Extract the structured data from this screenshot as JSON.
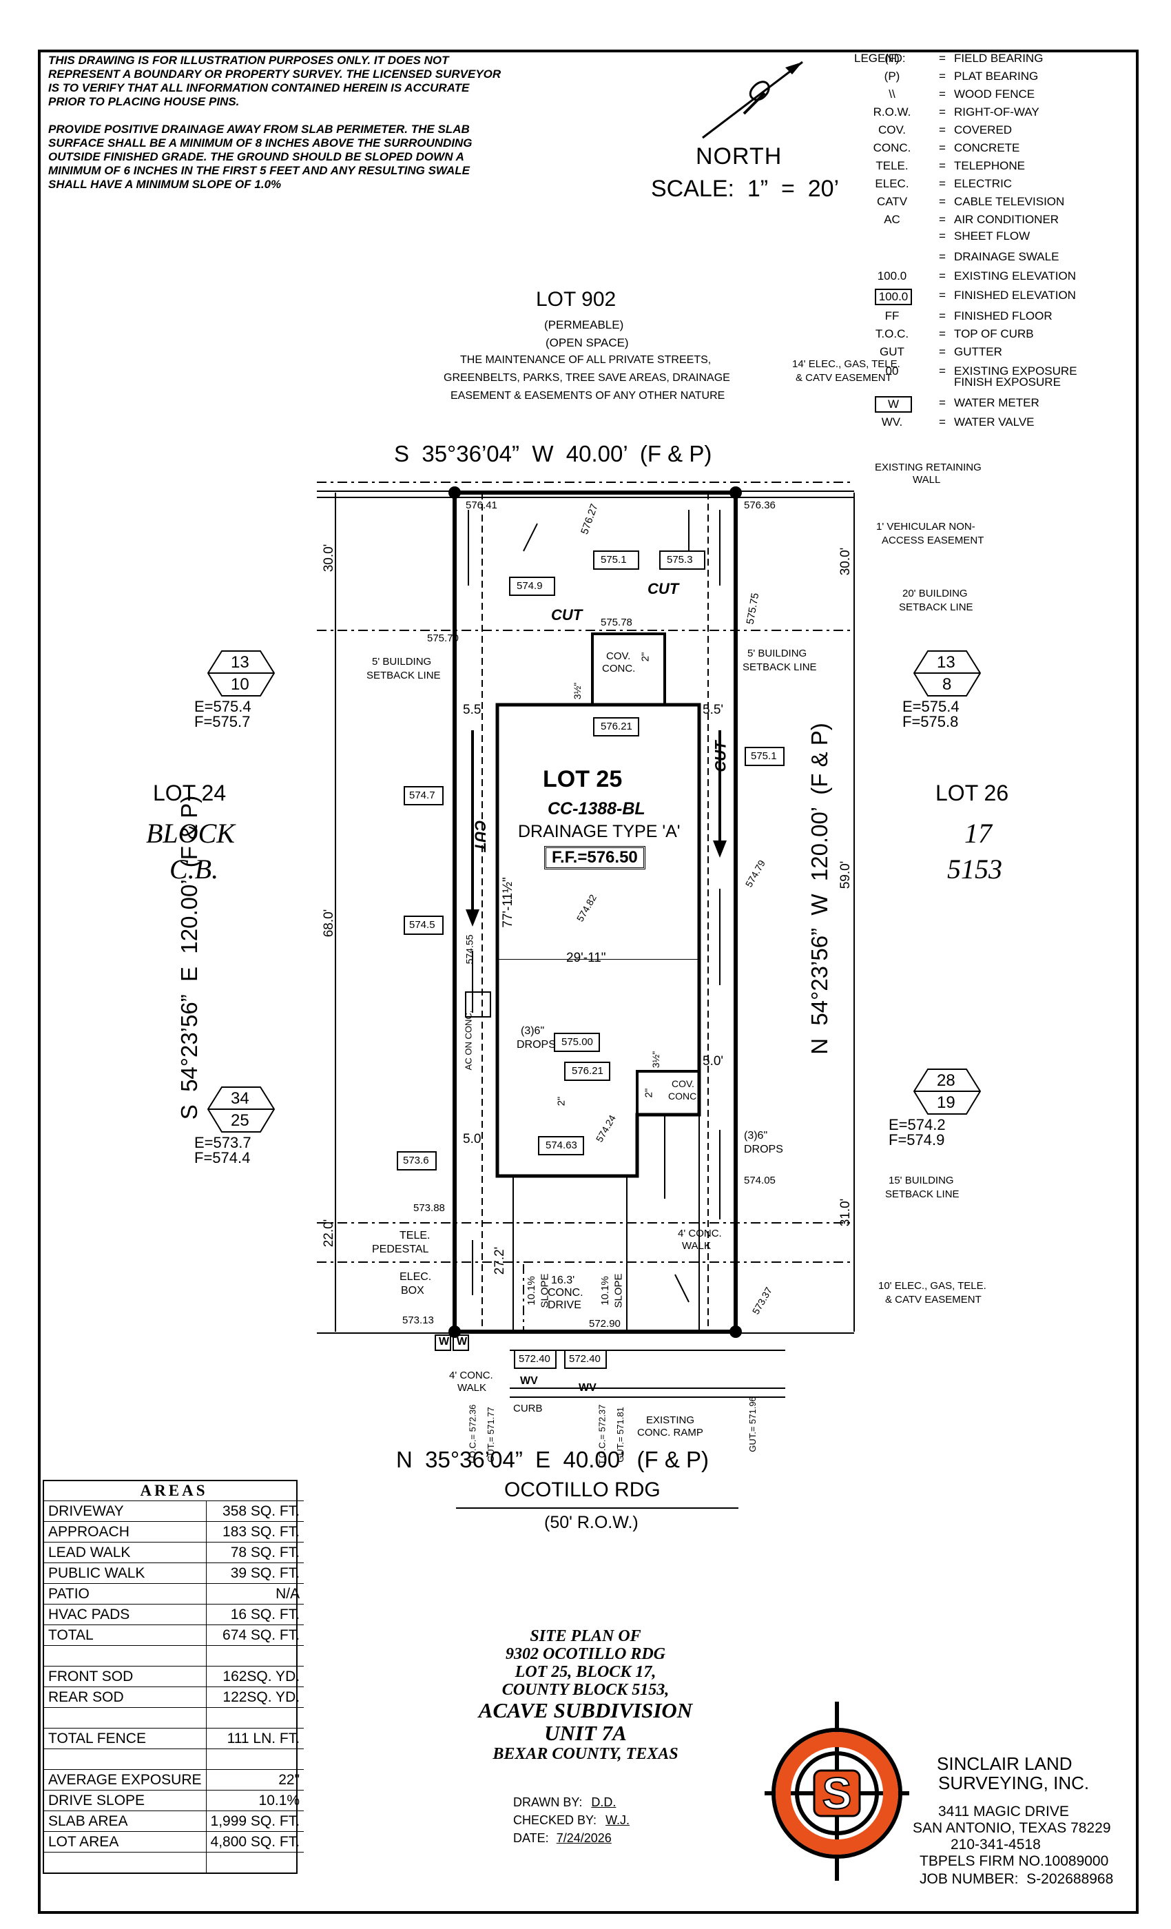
{
  "notes": {
    "disclaimer": "THIS DRAWING IS FOR ILLUSTRATION PURPOSES ONLY. IT DOES NOT\nREPRESENT A BOUNDARY OR PROPERTY SURVEY. THE LICENSED SURVEYOR\nIS TO VERIFY THAT ALL INFORMATION CONTAINED HEREIN IS ACCURATE\nPRIOR TO PLACING HOUSE PINS.",
    "drainage": "PROVIDE POSITIVE DRAINAGE AWAY FROM SLAB PERIMETER. THE SLAB\nSURFACE SHALL BE A MINIMUM OF 8 INCHES ABOVE THE SURROUNDING\nOUTSIDE FINISHED GRADE. THE GROUND SHOULD BE SLOPED DOWN A\nMINIMUM OF 6 INCHES IN THE FIRST 5 FEET AND ANY RESULTING SWALE\nSHALL HAVE A MINIMUM SLOPE OF 1.0%"
  },
  "north": {
    "label": "NORTH",
    "scale": "SCALE:  1”  =  20’"
  },
  "legend": {
    "title": "LEGEND:",
    "items": [
      {
        "key": "(F)",
        "value": "FIELD BEARING"
      },
      {
        "key": "(P)",
        "value": "PLAT BEARING"
      },
      {
        "key": "\\\\",
        "value": "WOOD FENCE"
      },
      {
        "key": "R.O.W.",
        "value": "RIGHT-OF-WAY"
      },
      {
        "key": "COV.",
        "value": "COVERED"
      },
      {
        "key": "CONC.",
        "value": "CONCRETE"
      },
      {
        "key": "TELE.",
        "value": "TELEPHONE"
      },
      {
        "key": "ELEC.",
        "value": "ELECTRIC"
      },
      {
        "key": "CATV",
        "value": "CABLE TELEVISION"
      },
      {
        "key": "AC",
        "value": "AIR CONDITIONER"
      },
      {
        "key": "",
        "value": "SHEET FLOW"
      },
      {
        "key": "",
        "value": "DRAINAGE SWALE"
      },
      {
        "key": "100.0",
        "value": "EXISTING ELEVATION"
      },
      {
        "key": "100.0",
        "value": "FINISHED ELEVATION"
      },
      {
        "key": "FF",
        "value": "FINISHED FLOOR"
      },
      {
        "key": "T.O.C.",
        "value": "TOP OF CURB"
      },
      {
        "key": "GUT",
        "value": "GUTTER"
      },
      {
        "key": "00",
        "value": "EXISTING EXPOSURE"
      },
      {
        "key": "",
        "value": "FINISH EXPOSURE"
      },
      {
        "key": "W",
        "value": "WATER METER"
      },
      {
        "key": "WV.",
        "value": "WATER VALVE"
      }
    ]
  },
  "plan": {
    "lot_902": "LOT 902",
    "permeable": "(PERMEABLE)",
    "open_space": "(OPEN SPACE)",
    "maintenance_1": "THE MAINTENANCE OF ALL PRIVATE STREETS,",
    "maintenance_2": "GREENBELTS, PARKS, TREE SAVE AREAS, DRAINAGE",
    "maintenance_3": "EASEMENT & EASEMENTS OF ANY OTHER NATURE",
    "easement_rear_1": "14' ELEC., GAS, TELE.",
    "easement_rear_2": "& CATV EASEMENT",
    "bearing_top": "S  35°36’04”  W  40.00’  (F & P)",
    "bearing_bottom": "N  35°36’04”  E  40.00’  (F & P)",
    "bearing_left": "S  54°23’56”  E  120.00’  (F & P)",
    "bearing_right": "N  54°23’56”  W  120.00’  (F & P)",
    "retaining_1": "EXISTING RETAINING",
    "retaining_2": "WALL",
    "vehicular_1": "1' VEHICULAR NON-",
    "vehicular_2": "ACCESS EASEMENT",
    "setback20_1": "20' BUILDING",
    "setback20_2": "SETBACK LINE",
    "setback5_1": "5' BUILDING",
    "setback5_2": "SETBACK LINE",
    "setback15_1": "15' BUILDING",
    "setback15_2": "SETBACK LINE",
    "easement_front_1": "10' ELEC., GAS, TELE.",
    "easement_front_2": "& CATV EASEMENT",
    "lot_24": "LOT 24",
    "block_label": "BLOCK",
    "block_cb": "C.B.",
    "lot_26": "LOT 26",
    "block_17": "17",
    "block_5153": "5153",
    "lot_name": "LOT 25",
    "plan_code": "CC-1388-BL",
    "drainage_type": "DRAINAGE TYPE 'A'",
    "ff": "F.F.=576.50",
    "width_dim": "29'-11\"",
    "depth_dim": "77'-11½\"",
    "dim_30_left": "30.0'",
    "dim_68": "68.0'",
    "dim_22": "22.0'",
    "dim_30_right": "30.0'",
    "dim_59": "59.0'",
    "dim_31": "31.0'",
    "dim_27_2": "27.2'",
    "dim_5_5_left": "5.5'",
    "dim_5_5_right": "5.5'",
    "dim_5_0_right": "5.0'",
    "dim_5_0_left": "5.0'",
    "dim_2_a": "2\"",
    "dim_2_b": "2\"",
    "dim_2_c": "2\"",
    "dim_3_4_a": "3½\"",
    "dim_3_4_b": "3½\"",
    "cov_conc_1": "COV.",
    "cov_conc_2": "CONC.",
    "ac_on_conc": "AC ON CONC.",
    "drops_a_1": "(3)6\"",
    "drops_a_2": "DROPS",
    "drops_b_1": "(3)6\"",
    "drops_b_2": "DROPS",
    "tele_1": "TELE.",
    "tele_2": "PEDESTAL",
    "elec_1": "ELEC.",
    "elec_2": "BOX",
    "conc_drive_1": "16.3'",
    "conc_drive_2": "CONC.",
    "conc_drive_3": "DRIVE",
    "slope_1": "10.1%",
    "slope_2": "SLOPE",
    "slope_3": "10.1%",
    "slope_4": "SLOPE",
    "walk4_1": "4' CONC.",
    "walk4_2": "WALK",
    "walk4b_1": "4' CONC.",
    "walk4b_2": "WALK",
    "curb": "CURB",
    "existing_ramp_1": "EXISTING",
    "existing_ramp_2": "CONC. RAMP",
    "cut": "CUT",
    "street": "OCOTILLO RDG",
    "row": "(50' R.O.W.)",
    "wv": "WV",
    "w": "W",
    "spot": {
      "e57641": "576.41",
      "e57627": "576.27",
      "e57636": "576.36",
      "e5751": "575.1",
      "e5753": "575.3",
      "e5749": "574.9",
      "e57578": "575.78",
      "e57570": "575.70",
      "e57575": "575.75",
      "e57621": "576.21",
      "e5751b": "575.1",
      "e5747": "574.7",
      "e5745": "574.5",
      "e57455": "574.55",
      "e57482": "574.82",
      "e57479": "574.79",
      "e57500": "575.00",
      "e57621b": "576.21",
      "e57463": "574.63",
      "e57424": "574.24",
      "e5736": "573.6",
      "e57388": "573.88",
      "e57405": "574.05",
      "e57313": "573.13",
      "e57290": "572.90",
      "e57337": "573.37",
      "e57240a": "572.40",
      "e57240b": "572.40",
      "toc_a": "T.O.C.= 572.36",
      "gut_a": "GUT.= 571.77",
      "toc_b": "T.O.C.= 572.37",
      "gut_b": "GUT.= 571.81",
      "gut_c": "GUT.= 571.96"
    },
    "hex_left_top": {
      "top": "13",
      "bottom": "10",
      "e": "E=575.4",
      "f": "F=575.7"
    },
    "hex_right_top": {
      "top": "13",
      "bottom": "8",
      "e": "E=575.4",
      "f": "F=575.8"
    },
    "hex_left_bottom": {
      "top": "34",
      "bottom": "25",
      "e": "E=573.7",
      "f": "F=574.4"
    },
    "hex_right_bottom": {
      "top": "28",
      "bottom": "19",
      "e": "E=574.2",
      "f": "F=574.9"
    }
  },
  "areas": {
    "title": "AREAS",
    "rows": [
      {
        "label": "DRIVEWAY",
        "value": "358 SQ. FT."
      },
      {
        "label": "APPROACH",
        "value": "183 SQ. FT."
      },
      {
        "label": "LEAD WALK",
        "value": "78 SQ. FT."
      },
      {
        "label": "PUBLIC WALK",
        "value": "39 SQ. FT."
      },
      {
        "label": "PATIO",
        "value": "N/A"
      },
      {
        "label": "HVAC PADS",
        "value": "16 SQ. FT."
      },
      {
        "label": "TOTAL",
        "value": "674 SQ. FT."
      },
      {
        "label": "",
        "value": ""
      },
      {
        "label": "FRONT SOD",
        "value": "162SQ. YD."
      },
      {
        "label": "REAR SOD",
        "value": "122SQ. YD."
      },
      {
        "label": "",
        "value": ""
      },
      {
        "label": "TOTAL FENCE",
        "value": "111 LN. FT."
      },
      {
        "label": "",
        "value": ""
      },
      {
        "label": "AVERAGE EXPOSURE",
        "value": "22\""
      },
      {
        "label": "DRIVE SLOPE",
        "value": "10.1%"
      },
      {
        "label": "SLAB AREA",
        "value": "1,999 SQ. FT."
      },
      {
        "label": "LOT AREA",
        "value": "4,800 SQ. FT."
      },
      {
        "label": "",
        "value": ""
      }
    ]
  },
  "title_block": {
    "line1": "SITE PLAN OF",
    "line2": "9302 OCOTILLO RDG",
    "line3": "LOT 25, BLOCK 17,",
    "line4": "COUNTY BLOCK 5153,",
    "line5": "ACAVE SUBDIVISION",
    "line6": "UNIT 7A",
    "line7": "BEXAR COUNTY, TEXAS",
    "drawn_label": "DRAWN BY:",
    "drawn_value": "D.D.",
    "checked_label": "CHECKED BY:",
    "checked_value": "W.J.",
    "date_label": "DATE:",
    "date_value": "7/24/2026"
  },
  "company": {
    "name1": "SINCLAIR LAND",
    "name2": "SURVEYING, INC.",
    "address1": "3411 MAGIC DRIVE",
    "address2": "SAN ANTONIO, TEXAS 78229",
    "phone": "210-341-4518",
    "firm": "TBPELS FIRM NO.10089000",
    "job": "JOB NUMBER:  S-202688968",
    "logo_letter": "S",
    "logo_color": "#e8501c"
  }
}
